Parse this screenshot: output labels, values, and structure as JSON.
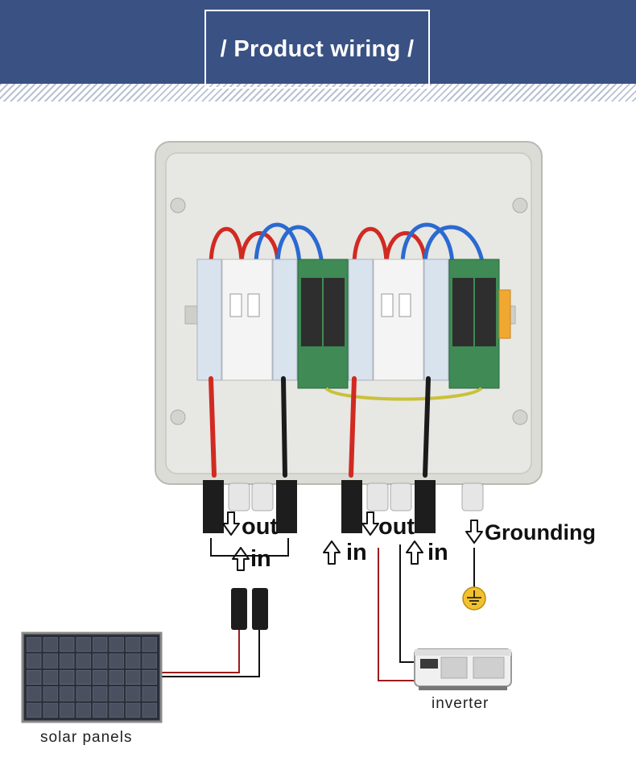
{
  "header": {
    "title": "/ Product wiring /"
  },
  "labels": {
    "out_left": "out",
    "in_left": "in",
    "in_middle": "in",
    "out_middle": "out",
    "in_right": "in",
    "grounding": "Grounding",
    "inverter": "inverter",
    "solar_panels": "solar panels"
  },
  "colors": {
    "header_bg": "#3a5184",
    "wire_red": "#d12a22",
    "wire_black": "#1b1b1b",
    "wire_blue": "#2a6ad1",
    "ground_symbol": "#f2c12e",
    "enclosure": "#e3e3df"
  },
  "icons": [
    "arrow-down-icon",
    "arrow-up-icon",
    "ground-icon",
    "solar-panel-icon",
    "inverter-icon",
    "mc4-connector-icon",
    "circuit-breaker-icon",
    "surge-protector-icon"
  ]
}
